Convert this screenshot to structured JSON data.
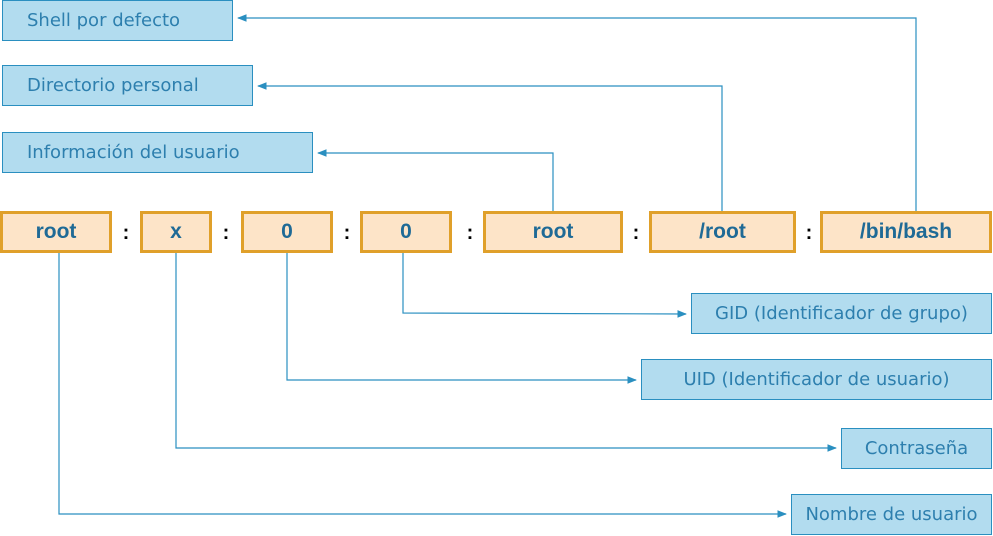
{
  "record": {
    "fields": [
      "root",
      "x",
      "0",
      "0",
      "root",
      "/root",
      "/bin/bash"
    ],
    "separator": ":"
  },
  "labels": {
    "shell": "Shell por defecto",
    "home": "Directorio personal",
    "info": "Información del usuario",
    "gid": "GID (Identificador de grupo)",
    "uid": "UID (Identificador de usuario)",
    "password": "Contraseña",
    "username": "Nombre de usuario"
  },
  "colors": {
    "label_fill": "#b2dcef",
    "label_border": "#2a8fc0",
    "label_text": "#2d7fae",
    "field_fill": "#fde4c8",
    "field_border": "#e0a02a",
    "field_text": "#1f6a96",
    "connector": "#2a8fc0"
  }
}
